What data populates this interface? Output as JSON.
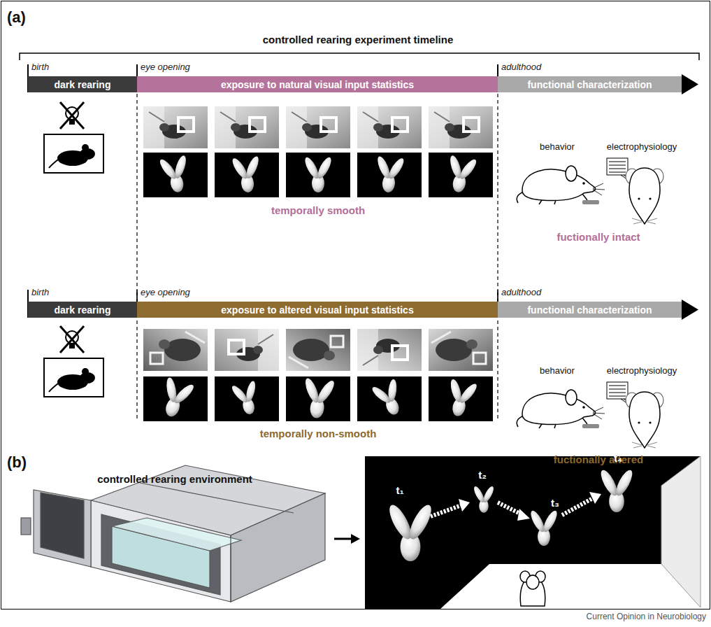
{
  "diagram": {
    "nodes": [
      {
        "text": [
          "birth",
          "dark rearing"
        ]
      },
      {
        "text": [
          "eye opening",
          "exposure to natural visual input statistics"
        ]
      },
      {
        "text": [
          "adulthood",
          "functional characterization"
        ]
      },
      {
        "text": [
          "birth",
          "dark rearing"
        ]
      },
      {
        "text": [
          "eye opening",
          "exposure to altered visual input statistics"
        ]
      },
      {
        "text": [
          "adulthood",
          "functional characterization"
        ]
      }
    ],
    "labels": [
      "(a)",
      "controlled rearing experiment timeline",
      "temporally smooth",
      "behavior",
      "electrophysiology",
      "fuctionally intact",
      "temporally non-smooth",
      "behavior",
      "electrophysiology",
      "fuctionally altered",
      "(b)",
      "controlled rearing environment",
      "t₁",
      "t₂",
      "t₃",
      "t₄",
      "Current Opinion in Neurobiology"
    ]
  }
}
